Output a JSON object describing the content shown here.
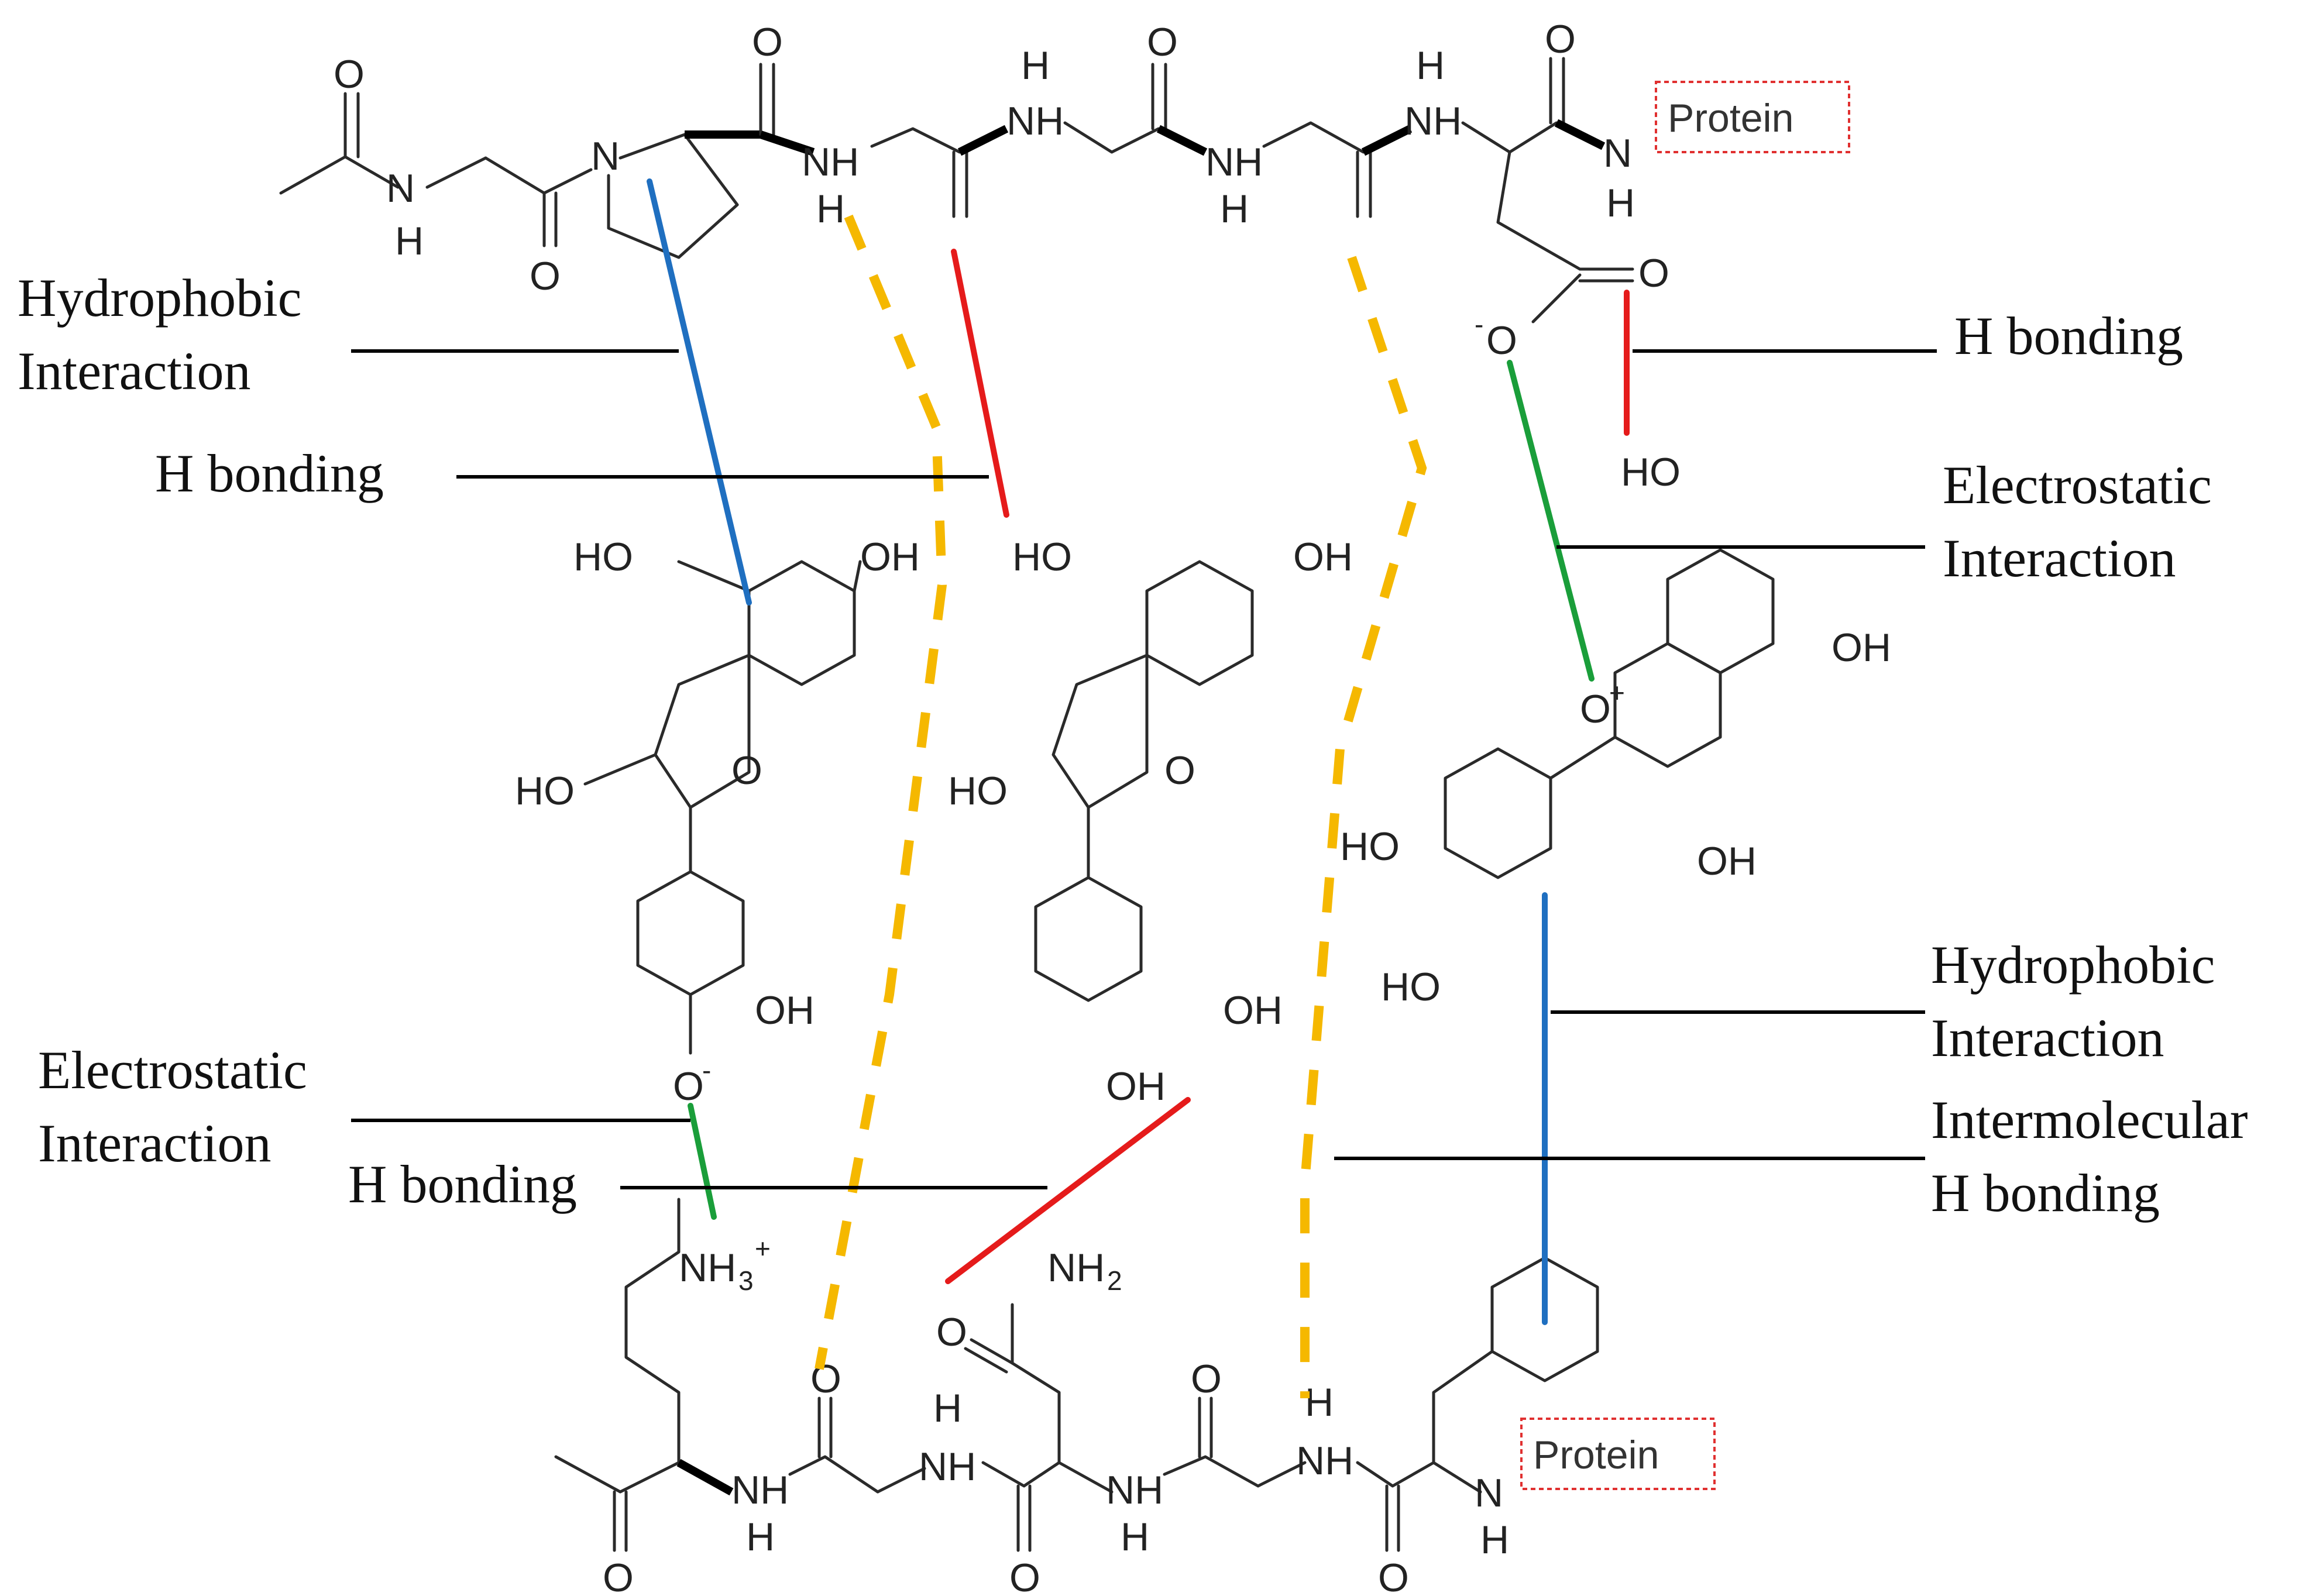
{
  "protein_tags": [
    "Protein",
    "Protein"
  ],
  "interactions": {
    "hydrophobic_left": [
      "Hydrophobic",
      "Interaction"
    ],
    "h_bonding_left": "H bonding",
    "electrostatic_left": [
      "Electrostatic",
      "Interaction"
    ],
    "h_bonding_bottom": "H bonding",
    "h_bonding_right": "H bonding",
    "electrostatic_right": [
      "Electrostatic",
      "Interaction"
    ],
    "hydrophobic_right": [
      "Hydrophobic",
      "Interaction"
    ],
    "intermolecular_h_bonding": [
      "Intermolecular",
      "H bonding"
    ]
  },
  "atoms": {
    "o": "O",
    "n": "N",
    "h": "H",
    "nh": "NH",
    "ho": "HO",
    "oh": "OH",
    "nh2": "NH",
    "nh3": "NH",
    "sub2": "2",
    "sub3": "3",
    "plus": "+",
    "minus": "-"
  },
  "colors": {
    "h_bond": "#e51b1b",
    "electrostatic": "#1a9e3a",
    "hydrophobic": "#1f6fc0",
    "intermolecular": "#f5b800"
  }
}
